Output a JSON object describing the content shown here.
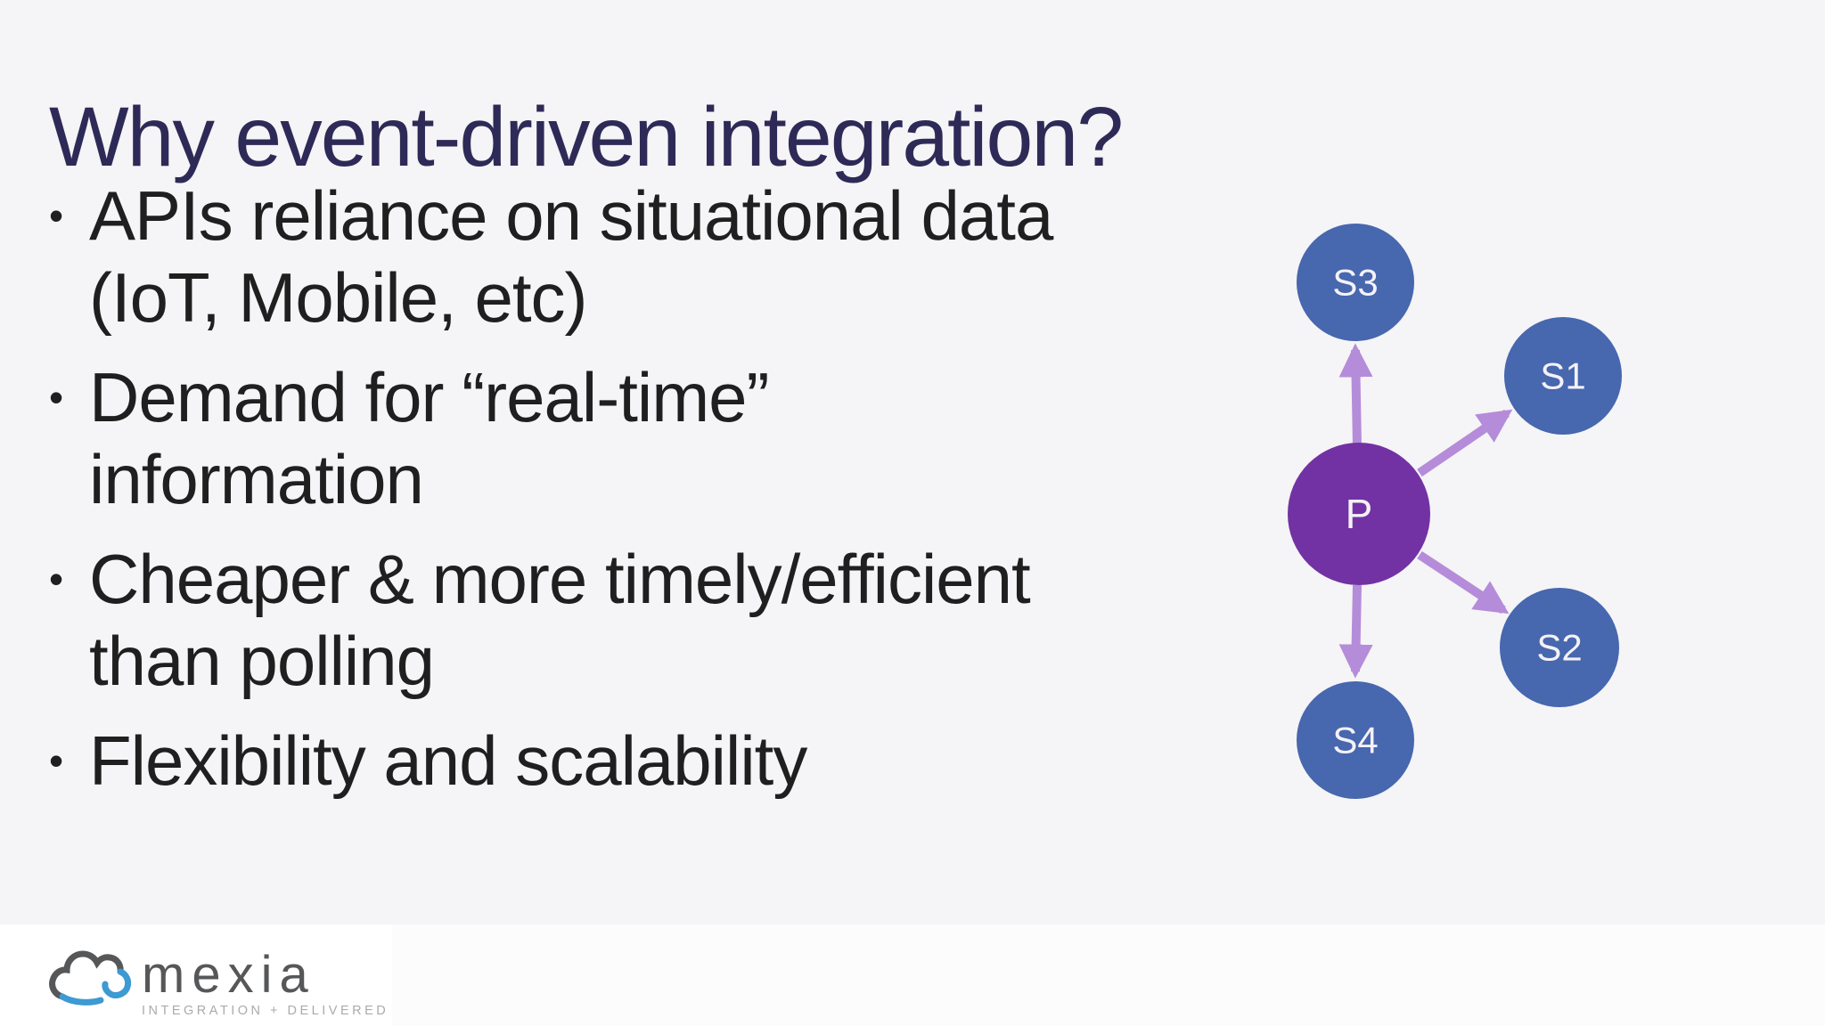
{
  "slide": {
    "title": "Why event-driven integration?",
    "bullet_char": "•",
    "bullets": [
      {
        "lines": [
          "APIs reliance on situational data",
          "(IoT, Mobile, etc)"
        ]
      },
      {
        "lines": [
          "Demand for “real-time”",
          "information"
        ]
      },
      {
        "lines": [
          "Cheaper & more timely/efficient",
          "than polling"
        ]
      },
      {
        "lines": [
          "Flexibility and scalability"
        ]
      }
    ]
  },
  "diagram": {
    "description": "Publisher fan-out to subscribers via event arrows",
    "nodes": [
      {
        "id": "P",
        "label": "P",
        "role": "publisher"
      },
      {
        "id": "S1",
        "label": "S1",
        "role": "subscriber"
      },
      {
        "id": "S2",
        "label": "S2",
        "role": "subscriber"
      },
      {
        "id": "S3",
        "label": "S3",
        "role": "subscriber"
      },
      {
        "id": "S4",
        "label": "S4",
        "role": "subscriber"
      }
    ],
    "edges": [
      {
        "from": "P",
        "to": "S3"
      },
      {
        "from": "P",
        "to": "S1"
      },
      {
        "from": "P",
        "to": "S2"
      },
      {
        "from": "P",
        "to": "S4"
      }
    ],
    "colors": {
      "publisher": "#7232a3",
      "subscriber": "#4767ae",
      "arrow": "#b58cd9",
      "node_text": "#f4f1f7"
    }
  },
  "footer": {
    "logo_text": "mexia",
    "logo_tagline": "INTEGRATION + DELIVERED"
  },
  "colors": {
    "background": "#f5f4f6",
    "footer_band": "#fcfcfd",
    "title_text": "#2e2a57",
    "body_text": "#1f1f1f",
    "logo_gray": "#565759",
    "logo_blue": "#3d9ad2"
  }
}
